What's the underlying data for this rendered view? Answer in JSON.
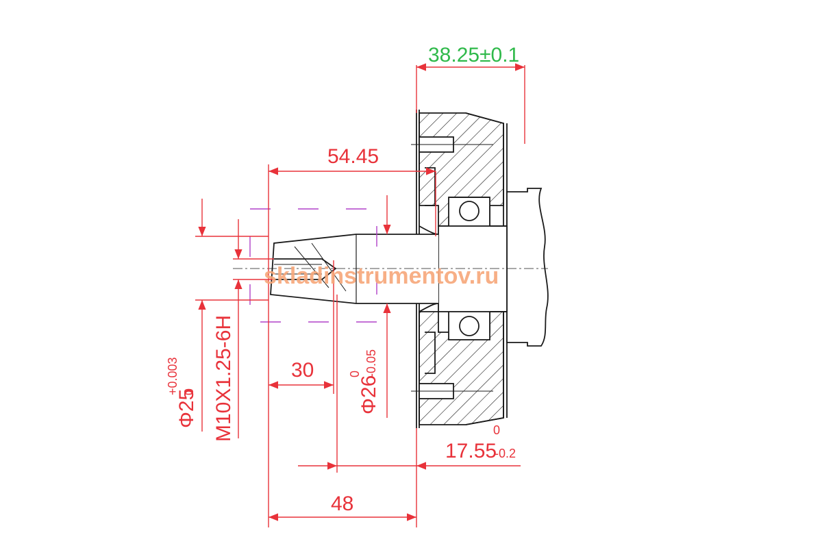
{
  "watermark": "skladinstrumentov.ru",
  "dimensions": {
    "overall_flange": "38.25±0.1",
    "shaft_length": "54.45",
    "thread_depth": "30",
    "flange_offset": "17.55",
    "flange_offset_upper_tol": "0",
    "flange_offset_lower_tol": "-0.2",
    "base_length": "48",
    "shaft_diameter": "Φ25",
    "shaft_diameter_upper_tol": "+0.003",
    "shaft_diameter_lower_tol": "0",
    "thread_spec": "M10X1.25-6H",
    "key_diameter": "Φ26",
    "key_diameter_upper_tol": "0",
    "key_diameter_lower_tol": "-0.05"
  },
  "colors": {
    "outline": "#1a1a1a",
    "dimension": "#e8323a",
    "highlight_dimension": "#2fb94a",
    "bounding_box": "#b040c8",
    "watermark": "#f7a77a"
  }
}
